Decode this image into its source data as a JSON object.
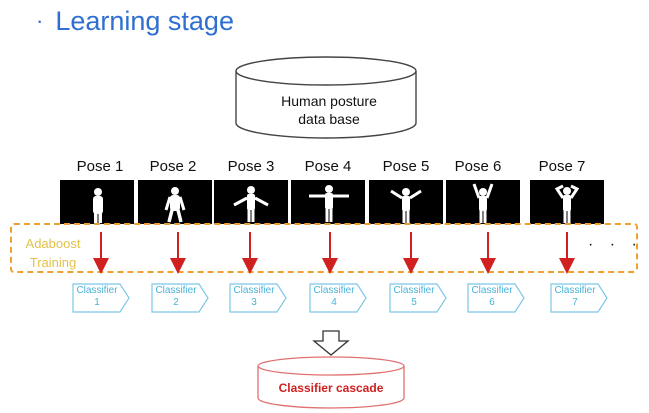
{
  "header": {
    "bullet": "·",
    "title": "Learning stage"
  },
  "database": {
    "line1": "Human posture",
    "line2": "data base"
  },
  "poses": [
    {
      "label": "Pose 1",
      "classifier": "Classifier",
      "num": "1"
    },
    {
      "label": "Pose 2",
      "classifier": "Classifier",
      "num": "2"
    },
    {
      "label": "Pose 3",
      "classifier": "Classifier",
      "num": "3"
    },
    {
      "label": "Pose 4",
      "classifier": "Classifier",
      "num": "4"
    },
    {
      "label": "Pose 5",
      "classifier": "Classifier",
      "num": "5"
    },
    {
      "label": "Pose 6",
      "classifier": "Classifier",
      "num": "6"
    },
    {
      "label": "Pose 7",
      "classifier": "Classifier",
      "num": "7"
    }
  ],
  "adaboost": {
    "line1": "Adaboost",
    "line2": "Training"
  },
  "ellipsis": "· · ·",
  "cascade": {
    "label": "Classifier cascade"
  },
  "colors": {
    "title": "#2e6fd1",
    "dashed_box": "#f0a030",
    "adaboost_text": "#e2c24a",
    "arrow": "#d02020",
    "classifier": "#49b3d9",
    "cascade_text": "#d02020"
  }
}
